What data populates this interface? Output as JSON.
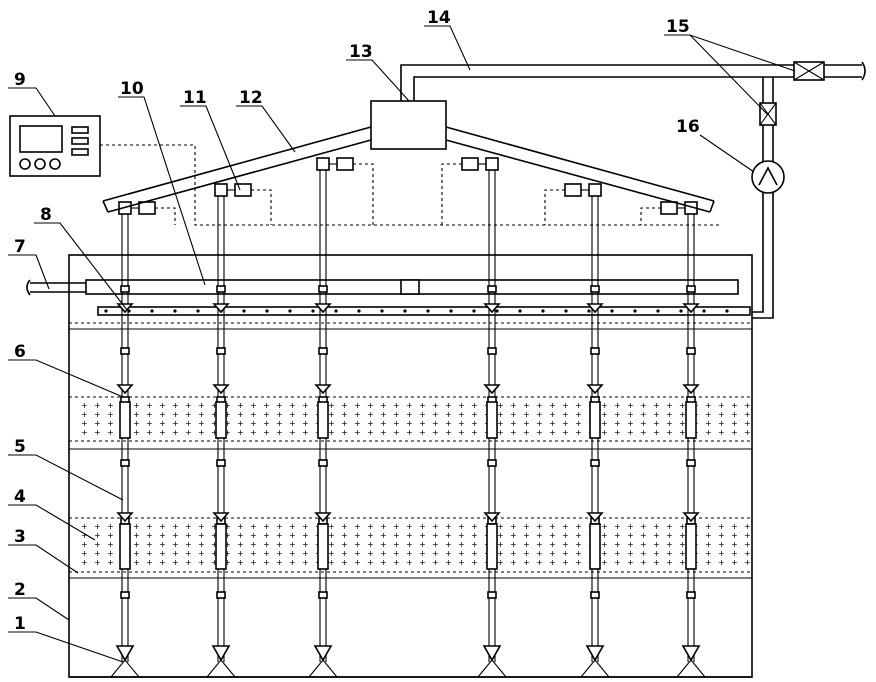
{
  "labels": [
    "1",
    "2",
    "3",
    "4",
    "5",
    "6",
    "7",
    "8",
    "9",
    "10",
    "11",
    "12",
    "13",
    "14",
    "15",
    "16"
  ],
  "pipe_columns": 6
}
